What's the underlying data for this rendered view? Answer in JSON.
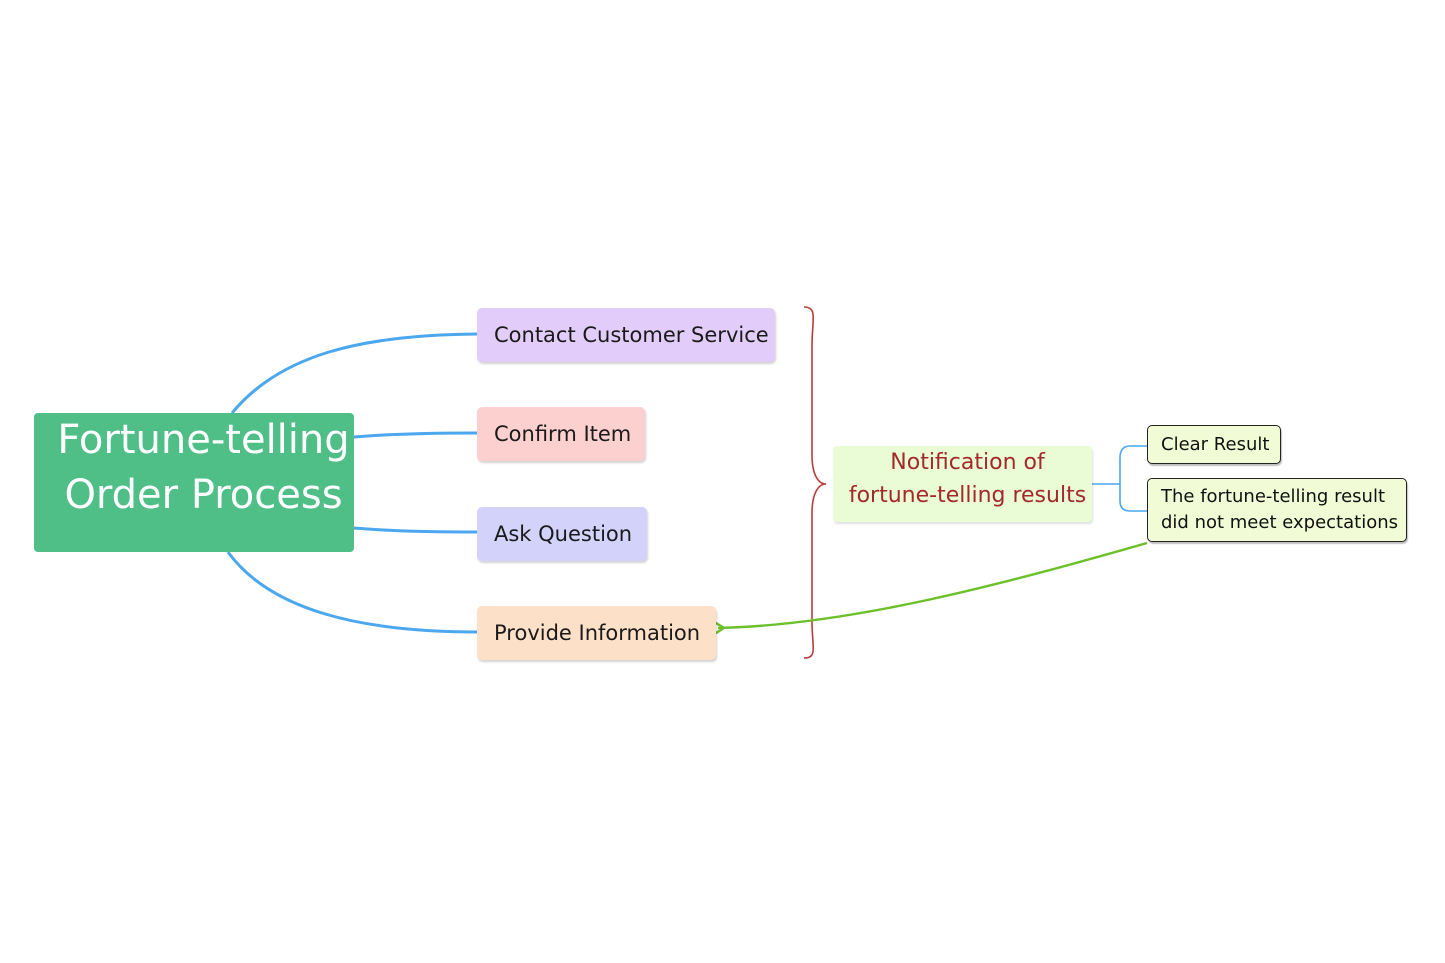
{
  "root": {
    "line1": "Fortune-telling",
    "line2": "Order Process"
  },
  "branches": [
    {
      "label": "Contact Customer Service"
    },
    {
      "label": "Confirm Item"
    },
    {
      "label": "Ask Question"
    },
    {
      "label": "Provide Information"
    }
  ],
  "summary": {
    "line1": "Notification of",
    "line2": "fortune-telling results"
  },
  "leaves": {
    "clear": {
      "label": "Clear Result"
    },
    "not_meet": {
      "line1": "The fortune-telling result",
      "line2": "did not meet expectations"
    }
  },
  "colors": {
    "root": "#4fbf87",
    "connector": "#4ba7ee",
    "brace": "#b83c3c",
    "arrow": "#6cc02a",
    "summary_text": "#a3292b"
  }
}
